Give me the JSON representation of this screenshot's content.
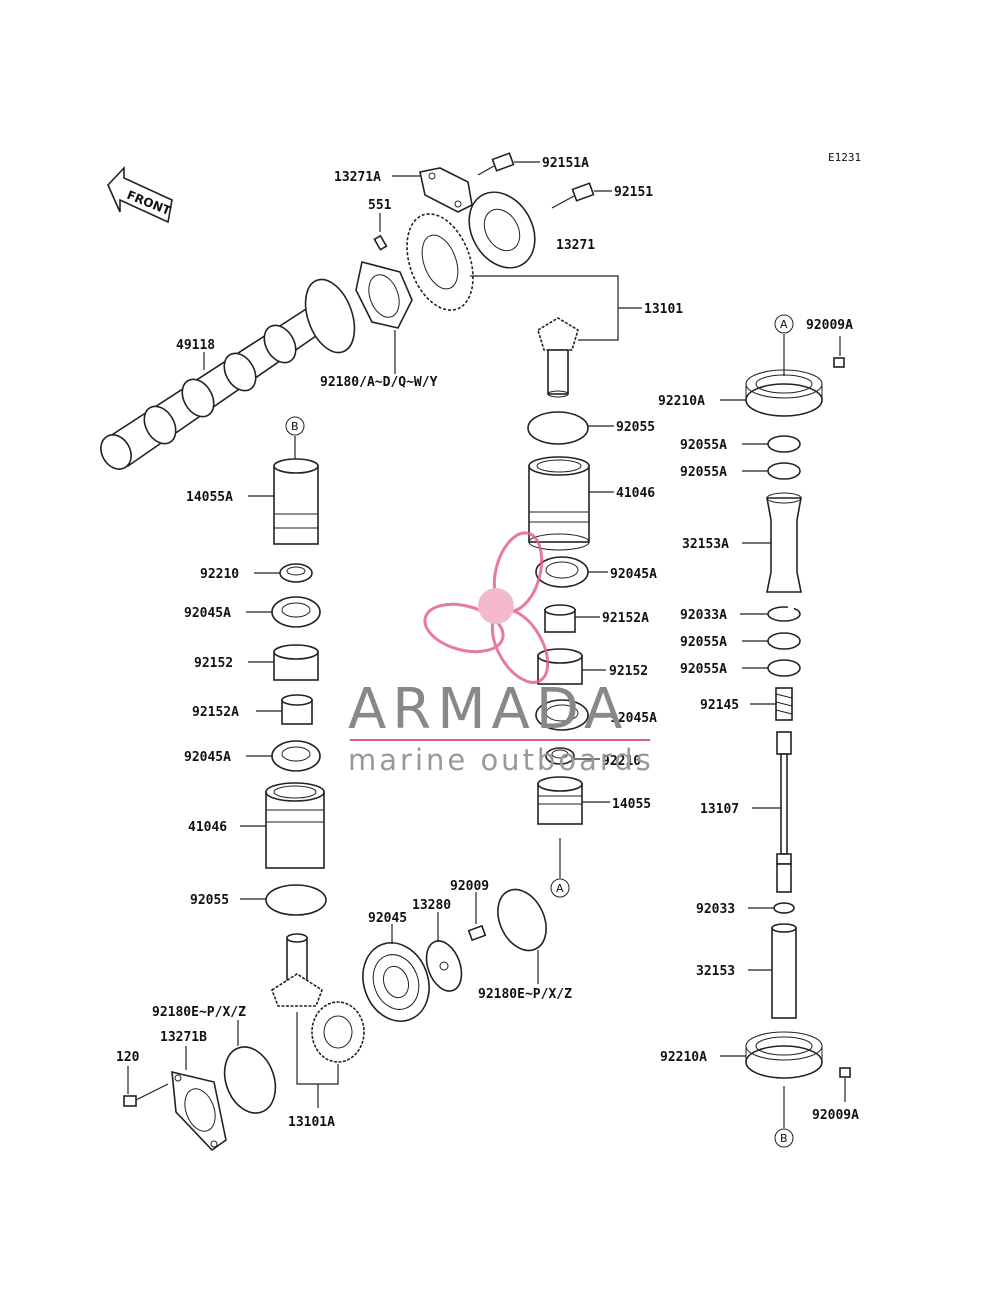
{
  "diagram_code": "E1231",
  "front_label": "FRONT",
  "labels": {
    "p13271A": "13271A",
    "p92151A": "92151A",
    "p92151": "92151",
    "p551": "551",
    "p13271": "13271",
    "p13101": "13101",
    "p49118": "49118",
    "p92180AY": "92180/A~D/Q~W/Y",
    "p92009A_top": "92009A",
    "p92210A_top": "92210A",
    "p92055_mid": "92055",
    "p92055A_1": "92055A",
    "p92055A_2": "92055A",
    "p14055A": "14055A",
    "p41046_mid": "41046",
    "p32153A": "32153A",
    "p92210_left": "92210",
    "p92045A_mid": "92045A",
    "p92045A_left1": "92045A",
    "p92152A_mid": "92152A",
    "p92033A": "92033A",
    "p92152_left": "92152",
    "p92152_mid": "92152",
    "p92055A_3": "92055A",
    "p92055A_4": "92055A",
    "p92145": "92145",
    "p92152A_left": "92152A",
    "p92045A_mid2": "92045A",
    "p92045A_left2": "92045A",
    "p92210_mid": "92210",
    "p14055": "14055",
    "p13107": "13107",
    "p41046_left": "41046",
    "p92009": "92009",
    "p92055_left": "92055",
    "p13280": "13280",
    "p92045": "92045",
    "p92033": "92033",
    "p92180EZ_right": "92180E~P/X/Z",
    "p32153": "32153",
    "p92180EZ_left": "92180E~P/X/Z",
    "p13271B": "13271B",
    "p92210A_bot": "92210A",
    "p120": "120",
    "p92009A_bot": "92009A",
    "p13101A": "13101A"
  },
  "refs": {
    "A": "A",
    "B": "B"
  },
  "watermark": {
    "brand": "ARMADA",
    "tagline": "marine outboards",
    "logo_color": "#e05a8c"
  }
}
